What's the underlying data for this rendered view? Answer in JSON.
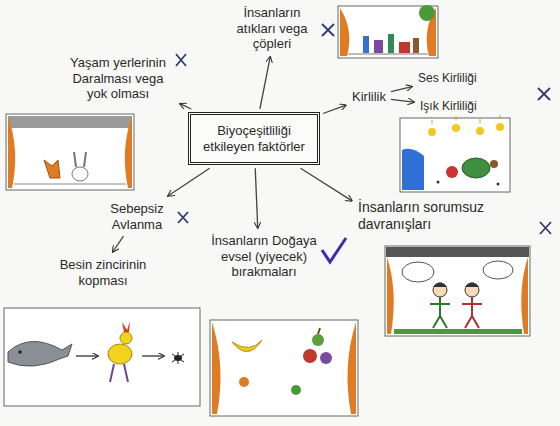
{
  "diagram": {
    "nodes": [
      {
        "text": [
          "İnsanların atıkları vega çöpleri"
        ]
      },
      {
        "text": [
          "Yaşam yerlerinin Daralması vega yok olması"
        ]
      },
      {
        "text": [
          "Biyoçeşitliliği etkileyen faktörler"
        ]
      },
      {
        "text": [
          "Kirlilik"
        ]
      },
      {
        "text": [
          "Ses Kirliliği"
        ]
      },
      {
        "text": [
          "Işık Kirliliği"
        ]
      },
      {
        "text": [
          "Sebepsiz Avlanma"
        ]
      },
      {
        "text": [
          "İnsanların sorumsuz davranışları"
        ]
      },
      {
        "text": [
          "Besin zincirinin kopması"
        ]
      },
      {
        "text": [
          "İnsanların Doğaya evsel (yiyecek) bırakmaları"
        ]
      }
    ],
    "edges": [
      {
        "from": 2,
        "to": 0,
        "arrow": "to"
      },
      {
        "from": 2,
        "to": 1,
        "arrow": "to"
      },
      {
        "from": 2,
        "to": 3,
        "arrow": "to"
      },
      {
        "from": 3,
        "to": 4,
        "arrow": "to"
      },
      {
        "from": 3,
        "to": 5,
        "arrow": "to"
      },
      {
        "from": 2,
        "to": 6,
        "arrow": "to"
      },
      {
        "from": 2,
        "to": 7,
        "arrow": "to"
      },
      {
        "from": 2,
        "to": 9,
        "arrow": "to"
      },
      {
        "from": 6,
        "to": 8,
        "arrow": "to"
      }
    ]
  }
}
